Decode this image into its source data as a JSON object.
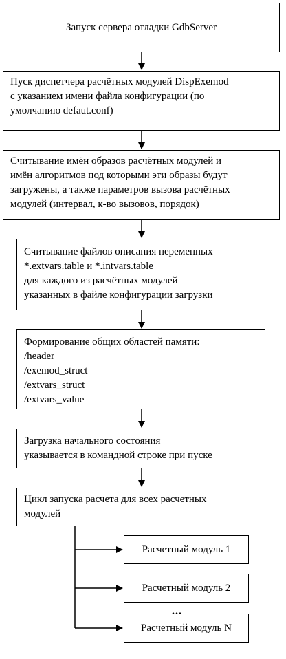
{
  "diagram": {
    "steps": [
      {
        "lines": [
          "Запуск сервера отладки GdbServer"
        ]
      },
      {
        "lines": [
          "Пуск диспетчера расчётных модулей DispExemod",
          "с указанием имени файла конфигурации (по",
          "умолчанию defaut.conf)"
        ]
      },
      {
        "lines": [
          "Считывание имён образов расчётных модулей и",
          "имён алгоритмов под которыми эти образы будут",
          "загружены, а также параметров вызова расчётных",
          "модулей (интервал, к-во вызовов, порядок)"
        ]
      },
      {
        "lines": [
          "Считывание файлов описания переменных",
          "*.extvars.table и *.intvars.table",
          "для каждого из расчётных модулей",
          "указанных в файле конфигурации загрузки"
        ]
      },
      {
        "lines": [
          "Формирование общих областей памяти:",
          "/header",
          "/exemod_struct",
          "/extvars_struct",
          "/extvars_value"
        ]
      },
      {
        "lines": [
          "Загрузка начального состояния",
          "указывается в командной строке при пуске"
        ]
      },
      {
        "lines": [
          "Цикл запуска расчета для всех расчетных",
          "модулей"
        ]
      }
    ],
    "modules": [
      "Расчетный модуль 1",
      "Расчетный модуль 2",
      "Расчетный модуль N"
    ],
    "ellipsis": "..."
  }
}
